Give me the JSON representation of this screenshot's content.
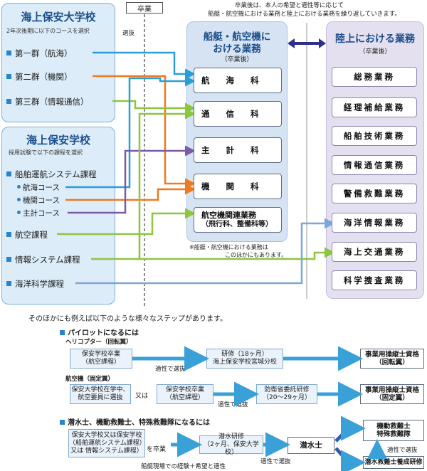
{
  "top": {
    "graduation_label": "卒業",
    "selection_label": "選抜",
    "note_line1": "卒業後は、本人の希望と適性等に応じて",
    "note_line2": "船艇・航空機における業務と陸上における業務を繰り返していきます。"
  },
  "university": {
    "title": "海上保安大学校",
    "subtitle": "2年次後期に以下のコースを選択",
    "courses": [
      "第一群（航海）",
      "第二群（機関）",
      "第三群（情報通信）"
    ]
  },
  "school": {
    "title": "海上保安学校",
    "subtitle": "採用試験で以下の課程を選択",
    "courses": [
      "船舶運航システム課程",
      "航海コース",
      "機関コース",
      "主計コース",
      "航空課程",
      "情報システム課程",
      "海洋科学課程"
    ]
  },
  "ship": {
    "title_line1": "船艇・航空機に",
    "title_line2": "おける業務",
    "after": "（卒業後）",
    "departments": [
      "航　海　科",
      "通　信　科",
      "主　計　科",
      "機　関　科"
    ],
    "aviation_line1": "航空機関連業務",
    "aviation_line2": "（飛行科、整備科等）",
    "note_line1": "※船艇・航空機における業務は",
    "note_line2": "このほかにもあります。"
  },
  "land": {
    "title": "陸上における業務",
    "after": "（卒業後）",
    "duties": [
      "総務業務",
      "経理補給業務",
      "船舶技術業務",
      "情報通信業務",
      "警備救難業務",
      "海洋情報業務",
      "海上交通業務",
      "科学捜査業務"
    ]
  },
  "steps": {
    "intro": "そのほかにも例えば以下のような様々なステップがあります。",
    "pilot": {
      "header": "パイロットになるには",
      "heli_label": "ヘリコプター（回転翼）",
      "heli_box1_line1": "保安学校卒業",
      "heli_box1_line2": "（航空課程）",
      "heli_box2_line1": "研修（18ヶ月）",
      "heli_box2_line2": "海上保安学校宮城分校",
      "heli_selection": "適性で選抜",
      "heli_final_line1": "事業用操縦士資格",
      "heli_final_line2": "（回転翼）",
      "fixed_label": "航空機（固定翼）",
      "fixed_box1_line1": "保安大学校在学中、",
      "fixed_box1_line2": "航空要員に選抜",
      "fixed_or": "又は",
      "fixed_box2_line1": "保安学校卒業",
      "fixed_box2_line2": "（航空課程）",
      "fixed_selection": "適性で選抜",
      "fixed_box3_line1": "防衛省委託研修",
      "fixed_box3_line2": "（20〜29ヶ月）",
      "fixed_final_line1": "事業用操縦士資格",
      "fixed_final_line2": "（固定翼）"
    },
    "diver": {
      "header": "潜水士、機動救難士、特殊救難隊になるには",
      "box1_line1": "保安大学校又は保安学校",
      "box1_line2": "（船舶運航システム課程）",
      "box1_line3": "又は 情報システム課程）",
      "graduation": "を卒業",
      "box2_line1": "潜水研修",
      "box2_line2": "（2ヶ月、保安大学校）",
      "experience": "船艇現場での経験＋希望と適性",
      "selection1": "適性で選抜",
      "diver_box": "潜水士",
      "rescue_line1": "機動救難士",
      "rescue_line2": "特殊救難隊",
      "selection2": "適性で選抜",
      "training": "潜水救難士養成研修"
    }
  },
  "colors": {
    "blue": "#2a9fd6",
    "orange": "#ee7b1e",
    "green": "#8cc63f",
    "purple": "#7b5aa6",
    "lightblue": "#7fa6d6",
    "arrow": "#3aa0d8"
  }
}
